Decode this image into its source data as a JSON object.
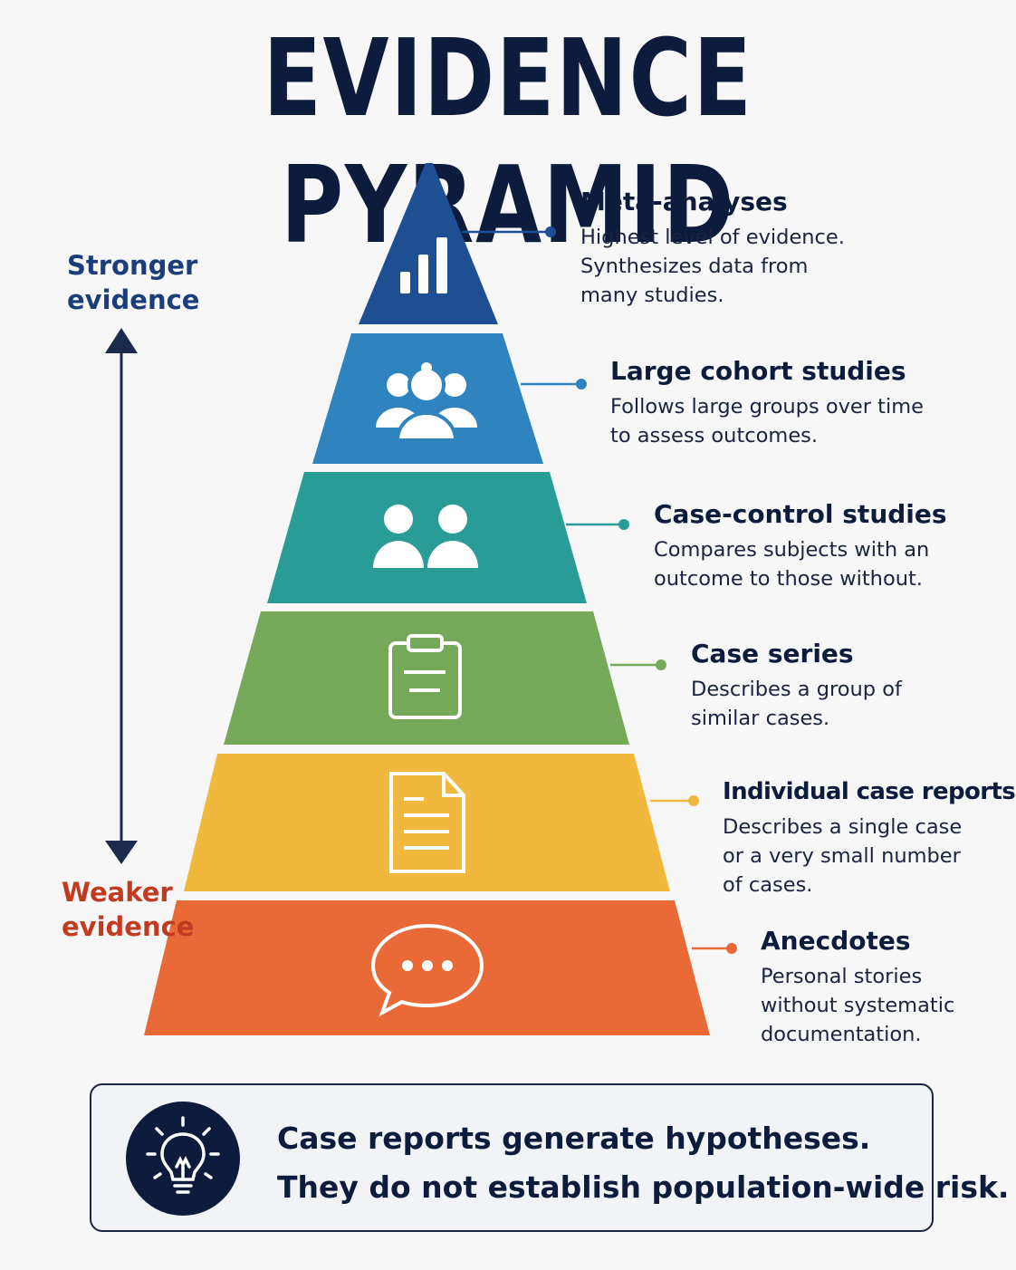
{
  "title": "EVIDENCE PYRAMID",
  "axis": {
    "top_label": "Stronger evidence",
    "bottom_label": "Weaker evidence"
  },
  "colors": {
    "meta": "#1e4f93",
    "cohort": "#2f84bf",
    "case_control": "#2a9c97",
    "case_series": "#76a85a",
    "case_reports": "#f0b93d",
    "anecdotes": "#ea6a37",
    "navy": "#0d1b3d"
  },
  "tiers": [
    {
      "title": "Meta-analyses",
      "description": "Highest level of evidence. Synthesizes data from many studies.",
      "icon": "bar-chart-icon"
    },
    {
      "title": "Large cohort studies",
      "description": "Follows large groups over time to assess outcomes.",
      "icon": "group-icon"
    },
    {
      "title": "Case-control studies",
      "description": "Compares subjects with an outcome to those without.",
      "icon": "two-people-icon"
    },
    {
      "title": "Case series",
      "description": "Describes a group of similar cases.",
      "icon": "clipboard-icon"
    },
    {
      "title": "Individual case reports",
      "description": "Describes a single case or a very small number of cases.",
      "icon": "document-icon"
    },
    {
      "title": "Anecdotes",
      "description": "Personal stories without systematic documentation.",
      "icon": "speech-bubble-icon"
    }
  ],
  "callout": {
    "icon": "lightbulb-icon",
    "line1": "Case reports generate hypotheses.",
    "line2": "They do not establish population-wide risk."
  }
}
